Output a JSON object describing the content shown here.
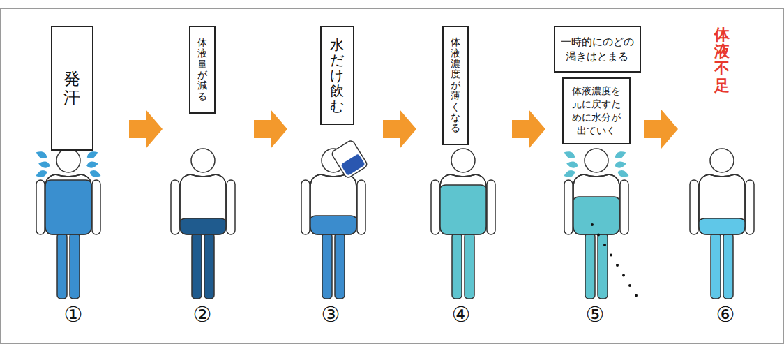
{
  "diagram": {
    "nodes": [
      {
        "text": [
          "発汗"
        ]
      },
      {
        "text": [
          "体液量が減る"
        ]
      },
      {
        "text": [
          "水だけ飲む"
        ]
      },
      {
        "text": [
          "体液濃度が薄くなる"
        ]
      },
      {
        "text": [
          "一時的にのどの渇きはとまる"
        ]
      },
      {
        "text": [
          "体液濃度を元に戻すために水分が出ていく"
        ]
      }
    ],
    "labels": [
      "①",
      "②",
      "③",
      "④",
      "⑤",
      "体液不足",
      "⑥"
    ]
  }
}
